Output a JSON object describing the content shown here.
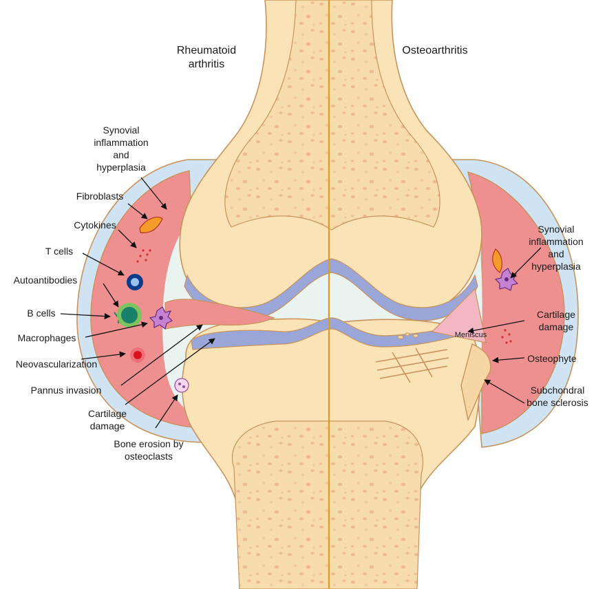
{
  "headings": {
    "left": "Rheumatoid\narthritis",
    "right": "Osteoarthritis"
  },
  "left_labels": {
    "synovial": "Synovial\ninflammation\nand\nhyperplasia",
    "fibroblasts": "Fibroblasts",
    "cytokines": "Cytokines",
    "t_cells": "T cells",
    "autoantibodies": "Autoantibodies",
    "b_cells": "B cells",
    "macrophages": "Macrophages",
    "neovascularization": "Neovascularization",
    "pannus": "Pannus invasion",
    "cartilage": "Cartilage\ndamage",
    "bone_erosion": "Bone erosion by\nosteoclasts"
  },
  "right_labels": {
    "synovial": "Synovial\ninflammation\nand\nhyperplasia",
    "meniscus": "Meniscus",
    "cartilage": "Cartilage\ndamage",
    "osteophyte": "Osteophyte",
    "sclerosis": "Subchondral\nbone sclerosis"
  },
  "colors": {
    "bone": "#fbe3b8",
    "bone_outline": "#c8925a",
    "marrow": "#f6d3a0",
    "cartilage": "#9aa6d8",
    "synovium": "#ee8f90",
    "capsule": "#cfe3f2",
    "fluid": "#e9f3ef",
    "midline": "#e39a1c"
  }
}
